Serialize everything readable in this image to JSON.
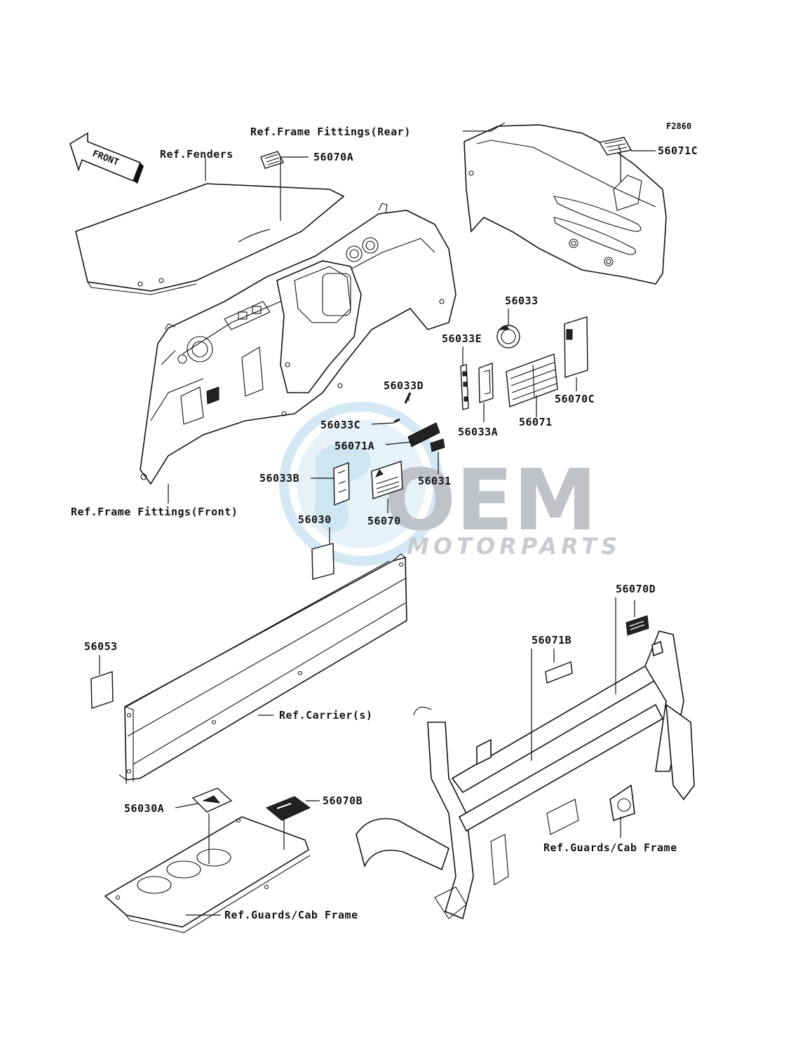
{
  "figure_code": "F2860",
  "front_arrow": "FRONT",
  "watermark": {
    "logo": "OEM",
    "subtitle": "MOTORPARTS"
  },
  "references": {
    "fenders": "Ref.Fenders",
    "frame_rear": "Ref.Frame Fittings(Rear)",
    "frame_front": "Ref.Frame Fittings(Front)",
    "carrier": "Ref.Carrier(s)",
    "guards_right": "Ref.Guards/Cab Frame",
    "guards_bottom": "Ref.Guards/Cab Frame"
  },
  "parts": {
    "p56070A": "56070A",
    "p56071C": "56071C",
    "p56033": "56033",
    "p56033E": "56033E",
    "p56070C": "56070C",
    "p56033D": "56033D",
    "p56033C": "56033C",
    "p56071A": "56071A",
    "p56033A": "56033A",
    "p56071": "56071",
    "p56033B": "56033B",
    "p56031": "56031",
    "p56070": "56070",
    "p56030": "56030",
    "p56070D": "56070D",
    "p56071B": "56071B",
    "p56053": "56053",
    "p56030A": "56030A",
    "p56070B": "56070B"
  }
}
